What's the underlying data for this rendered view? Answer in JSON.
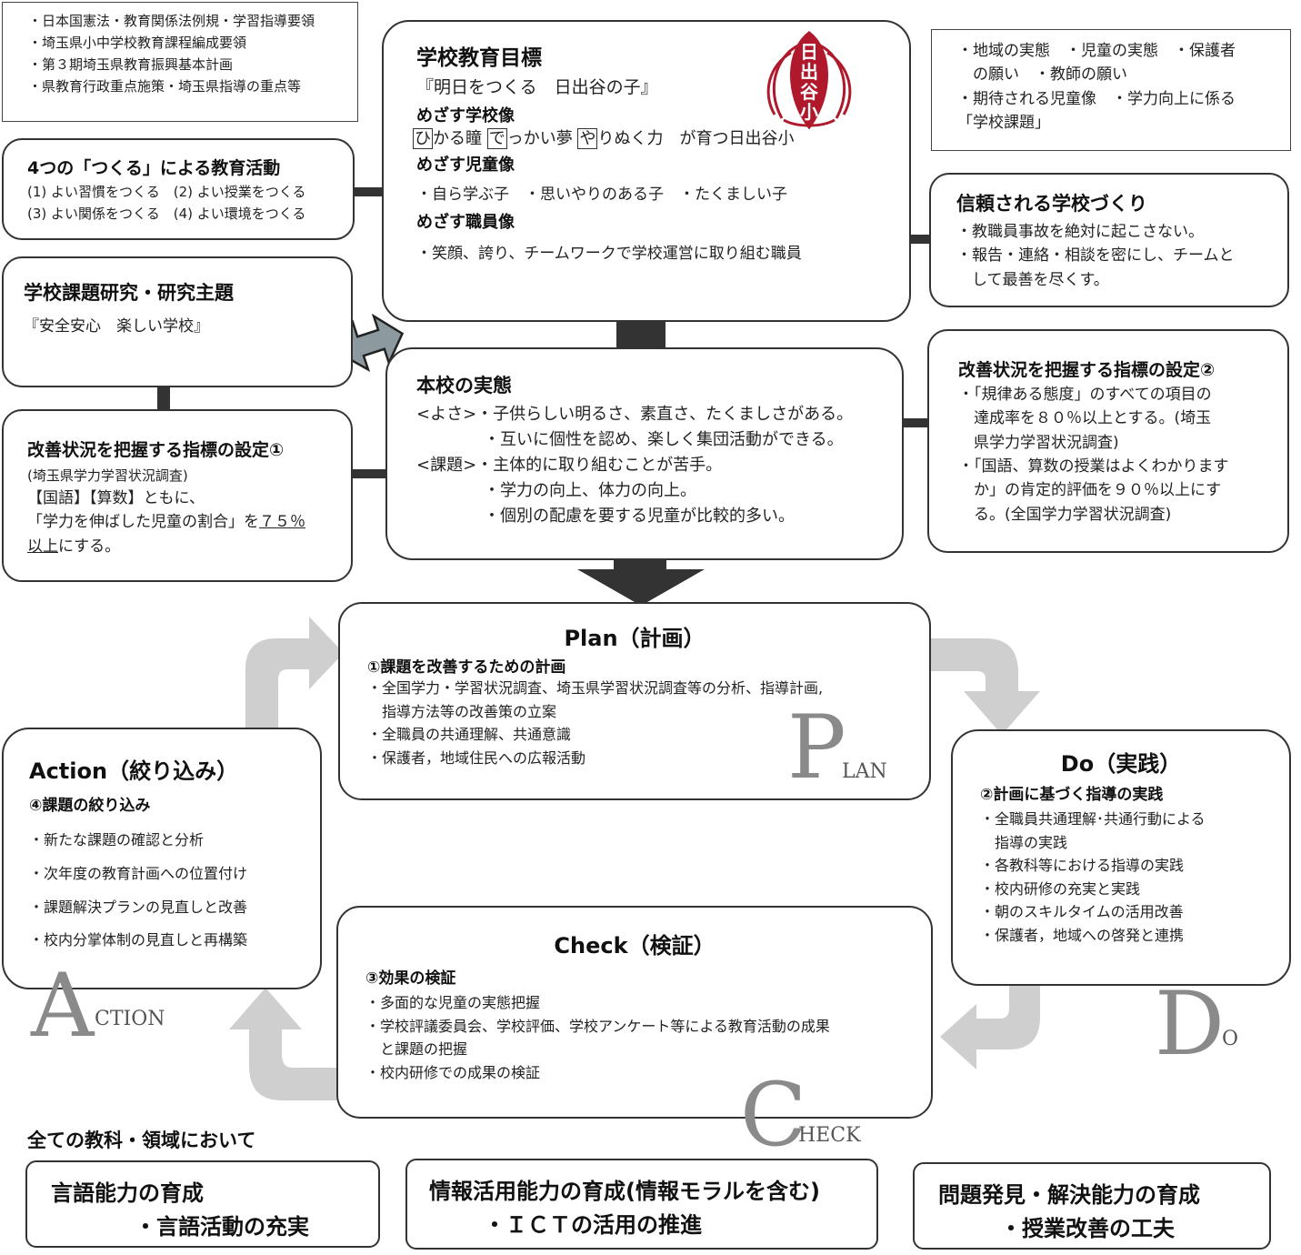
{
  "top_left_box": {
    "lines": [
      "・日本国憲法・教育関係法例規・学習指導要領",
      "・埼玉県小中学校教育課程編成要領",
      "・第３期埼玉県教育振興基本計画",
      "・県教育行政重点施策・埼玉県指導の重点等"
    ]
  },
  "tsukuru": {
    "title": "4つの「つくる」による教育活動",
    "row1": "(1) よい習慣をつくる　(2) よい授業をつくる",
    "row2": "(3) よい関係をつくる　(4) よい環境をつくる"
  },
  "research": {
    "title": "学校課題研究・研究主題",
    "theme": "『安全安心　楽しい学校』"
  },
  "indicator1": {
    "title": "改善状況を把握する指標の設定①",
    "l1": "(埼玉県学力学習状況調査)",
    "l2": "【国語】【算数】ともに、",
    "l3a": "「学力を伸ばした児童の割合」を",
    "l3b": "７５％",
    "l4a": "以上",
    "l4b": "にする。"
  },
  "goal": {
    "title": "学校教育目標",
    "slogan": "『明日をつくる　日出谷の子』",
    "school_label": "めざす学校像",
    "school_h": "ひ",
    "school_t1": "かる瞳",
    "school_d": "で",
    "school_t2": "っかい夢",
    "school_y": "や",
    "school_t3": "りぬく力　が育つ日出谷小",
    "child_label": "めざす児童像",
    "child_text": "・自ら学ぶ子　・思いやりのある子　・たくましい子",
    "staff_label": "めざす職員像",
    "staff_text": "・笑顔、誇り、チームワークで学校運営に取り組む職員",
    "logo": "日出谷小"
  },
  "right_top": {
    "l1": "・地域の実態　・児童の実態　・保護者",
    "l2": "　の願い　・教師の願い",
    "l3": "・期待される児童像　・学力向上に係る",
    "l4": "「学校課題」"
  },
  "trust": {
    "title": "信頼される学校づくり",
    "l1": "・教職員事故を絶対に起こさない。",
    "l2": "・報告・連絡・相談を密にし、チームと",
    "l3": "　して最善を尽くす。"
  },
  "actual": {
    "title": "本校の実態",
    "l1": "<よさ>・子供らしい明るさ、素直さ、たくましさがある。",
    "l2": "・互いに個性を認め、楽しく集団活動ができる。",
    "l3": "<課題>・主体的に取り組むことが苦手。",
    "l4": "・学力の向上、体力の向上。",
    "l5": "・個別の配慮を要する児童が比較的多い。"
  },
  "indicator2": {
    "title": "改善状況を把握する指標の設定②",
    "l1": "・「規律ある態度」のすべての項目の",
    "l2": "　達成率を８０％以上とする。(埼玉",
    "l3": "　県学力学習状況調査)",
    "l4": "・「国語、算数の授業はよくわかります",
    "l5": "　か」の肯定的評価を９０％以上にす",
    "l6": "　る。(全国学力学習状況調査)"
  },
  "plan": {
    "title": "Plan（計画）",
    "sub": "①課題を改善するための計画",
    "l1": "・全国学力・学習状況調査、埼玉県学習状況調査等の分析、指導計画,",
    "l2": "　指導方法等の改善策の立案",
    "l3": "・全職員の共通理解、共通意識",
    "l4": "・保護者，地域住民への広報活動",
    "big": "P",
    "rest": "LAN"
  },
  "do": {
    "title": "Do（実践）",
    "sub": "②計画に基づく指導の実践",
    "l1": "・全職員共通理解･共通行動による",
    "l2": "　指導の実践",
    "l3": "・各教科等における指導の実践",
    "l4": "・校内研修の充実と実践",
    "l5": "・朝のスキルタイムの活用改善",
    "l6": "・保護者，地域への啓発と連携",
    "big": "D",
    "rest": "O"
  },
  "check": {
    "title": "Check（検証）",
    "sub": "③効果の検証",
    "l1": "・多面的な児童の実態把握",
    "l2": "・学校評議委員会、学校評価、学校アンケート等による教育活動の成果",
    "l3": "　と課題の把握",
    "l4": "・校内研修での成果の検証",
    "big": "C",
    "rest": "HECK"
  },
  "action": {
    "title": "Action（絞り込み）",
    "sub": "④課題の絞り込み",
    "l1": "・新たな課題の確認と分析",
    "l2": "・次年度の教育計画への位置付け",
    "l3": "・課題解決プランの見直しと改善",
    "l4": "・校内分掌体制の見直しと再構築",
    "big": "A",
    "rest": "CTION"
  },
  "all_subjects": "全ての教科・領域において",
  "bottom": [
    {
      "title": "言語能力の育成",
      "sub": "・言語活動の充実"
    },
    {
      "title": "情報活用能力の育成(情報モラルを含む)",
      "sub": "・ＩＣＴの活用の推進"
    },
    {
      "title": "問題発見・解決能力の育成",
      "sub": "・授業改善の工夫"
    }
  ]
}
